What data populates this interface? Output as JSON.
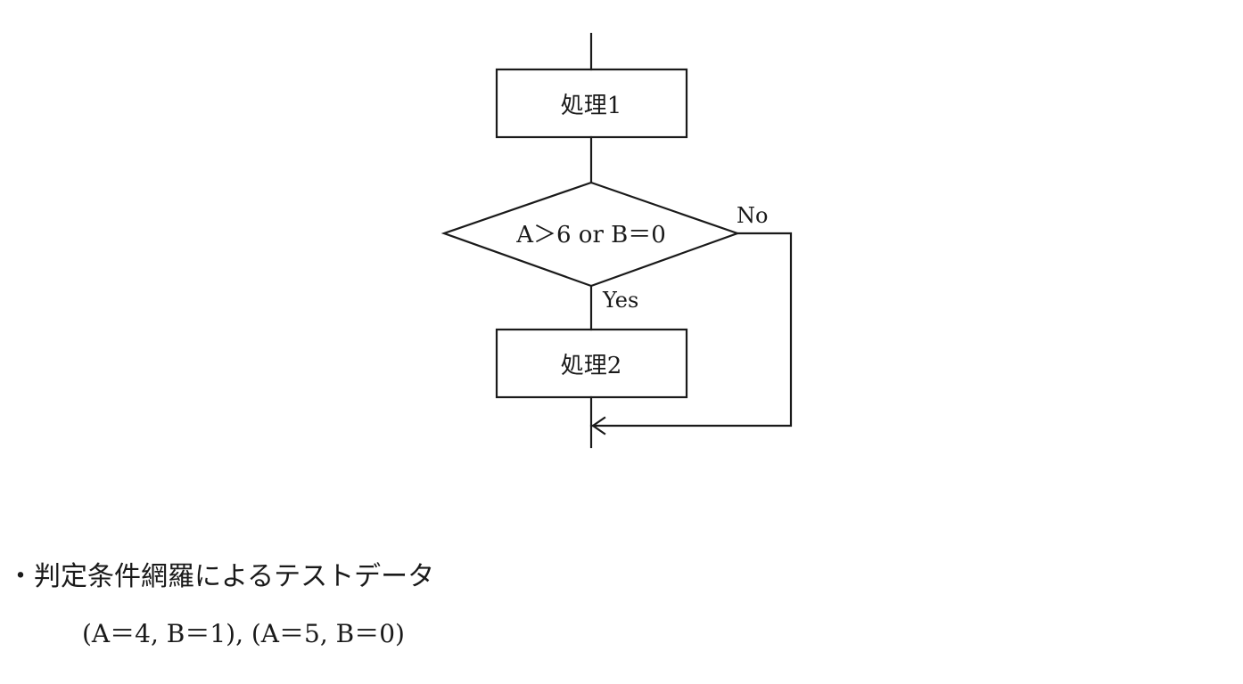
{
  "diagram": {
    "process1_label": "処理1",
    "decision_label": "A＞6 or B＝0",
    "no_label": "No",
    "yes_label": "Yes",
    "process2_label": "処理2"
  },
  "caption": "・判定条件網羅によるテストデータ",
  "test_data": "(A＝4,  B＝1),  (A＝5,  B＝0)"
}
